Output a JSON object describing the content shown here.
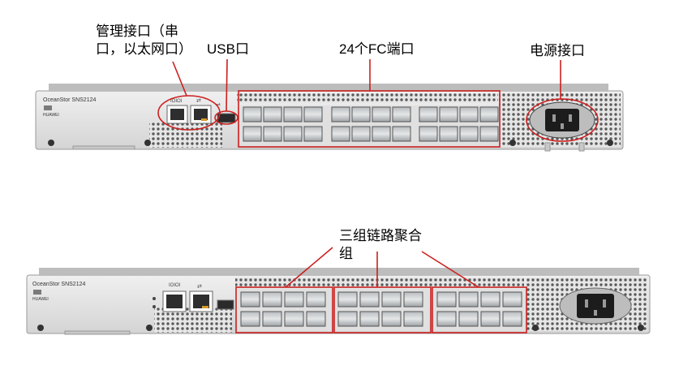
{
  "callouts": {
    "mgmt_port_line1": "管理接口（串",
    "mgmt_port_line2": "口，以太网口）",
    "usb_port": "USB口",
    "fc_ports": "24个FC端口",
    "power_port": "电源接口",
    "trunk_groups_line1": "三组链路聚合",
    "trunk_groups_line2": "组"
  },
  "device": {
    "model_label": "OceanStor SNS2124",
    "brand_label": "HUAWEI",
    "serial_port_label": "IOIOI"
  },
  "colors": {
    "highlight": "#cc1f1f",
    "chassis": "#e2e2e2",
    "port": "#cfd2d4"
  }
}
